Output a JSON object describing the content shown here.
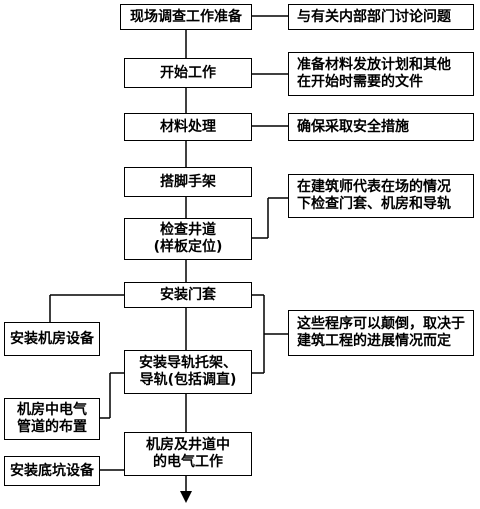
{
  "flow": {
    "steps": [
      "现场调查工作准备",
      "开始工作",
      "材料处理",
      "搭脚手架",
      "检查井道\n(样板定位)",
      "安装门套",
      "安装导轨托架、\n导轨(包括调直)",
      "机房及井道中\n的电气工作"
    ],
    "notes": [
      "与有关内部部门讨论问题",
      "准备材料发放计划和其他\n在开始时需要的文件",
      "确保采取安全措施",
      "在建筑师代表在场的情况\n下检查门套、机房和导轨",
      "这些程序可以颠倒，取决于\n建筑工程的进展情况而定"
    ],
    "side_tasks": [
      "安装机房设备",
      "机房中电气\n管道的布置",
      "安装底坑设备"
    ]
  }
}
